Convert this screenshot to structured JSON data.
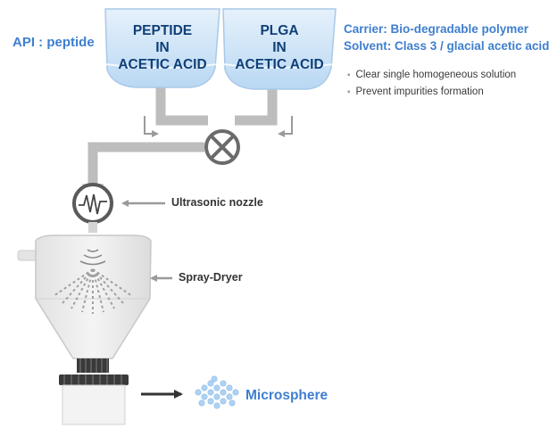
{
  "api_label": "API : peptide",
  "tanks": [
    {
      "lines": [
        "PEPTIDE",
        "IN",
        "ACETIC ACID"
      ]
    },
    {
      "lines": [
        "PLGA",
        "IN",
        "ACETIC ACID"
      ]
    }
  ],
  "carrier": "Carrier: Bio-degradable polymer",
  "solvent": "Solvent: Class 3 / glacial acetic acid",
  "bullets": [
    "Clear single homogeneous solution",
    "Prevent impurities formation"
  ],
  "callouts": {
    "nozzle": "Ultrasonic nozzle",
    "dryer": "Spray-Dryer"
  },
  "output": "Microsphere",
  "colors": {
    "accent": "#3f7fcf",
    "tank_fill": "#cfe4f7",
    "tank_text": "#0f3f78",
    "pipe": "#b9b9b9",
    "dryer_body": "#f0f0f0",
    "collar": "#3a3a3a",
    "particles": "#aed2f2"
  },
  "icons": [
    "mixing-valve-icon",
    "ultrasonic-wave-icon",
    "spray-icon",
    "arrow-icon"
  ]
}
